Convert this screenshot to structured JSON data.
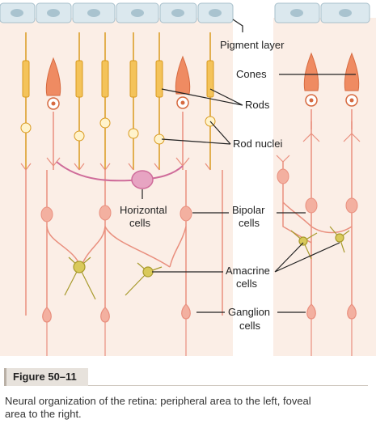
{
  "labels": {
    "pigment_layer": "Pigment layer",
    "cones": "Cones",
    "rods": "Rods",
    "rod_nuclei": "Rod nuclei",
    "horizontal_1": "Horizontal",
    "horizontal_2": "cells",
    "bipolar_1": "Bipolar",
    "bipolar_2": "cells",
    "amacrine_1": "Amacrine",
    "amacrine_2": "cells",
    "ganglion_1": "Ganglion",
    "ganglion_2": "cells"
  },
  "figure_label": "Figure 50–11",
  "caption_line1": "Neural organization of the retina: peripheral area to the left, foveal",
  "caption_line2": "area to the right.",
  "colors": {
    "bg": "#fbeee6",
    "pigment": "#dbe8ee",
    "rod": "#f4c35a",
    "rod_stroke": "#d99a1e",
    "cone": "#ef8b62",
    "neuron": "#f3b0a0",
    "neuron_line": "#e98f7e",
    "horizontal": "#cf6c9a",
    "amacrine": "#c9b63a"
  }
}
